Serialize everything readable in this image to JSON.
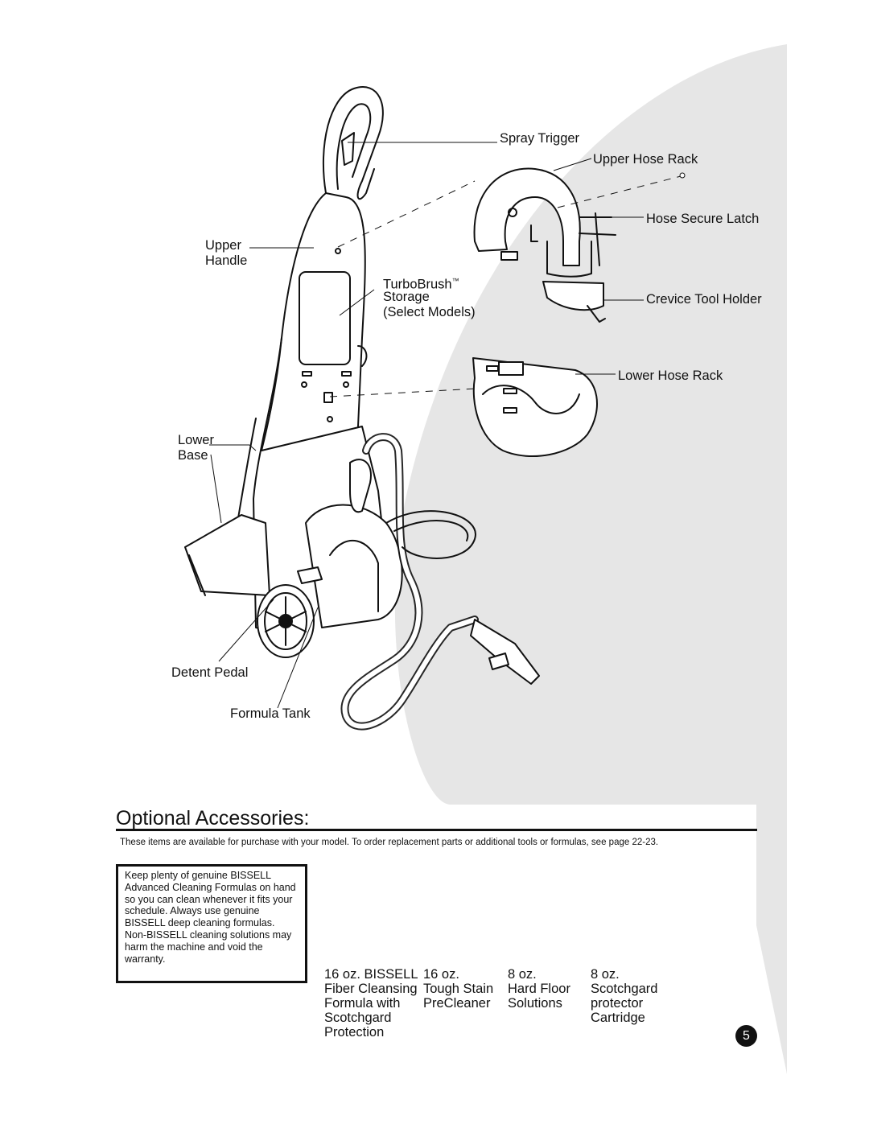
{
  "diagram": {
    "labels": {
      "spray_trigger": "Spray Trigger",
      "upper_hose_rack": "Upper Hose Rack",
      "hose_secure_latch": "Hose Secure Latch",
      "upper_handle_1": "Upper",
      "upper_handle_2": "Handle",
      "turbobrush_1": "TurboBrush",
      "turbobrush_tm": "™",
      "turbobrush_2": "Storage",
      "turbobrush_3": "(Select Models)",
      "crevice_tool_holder": "Crevice Tool Holder",
      "lower_hose_rack": "Lower Hose Rack",
      "lower_base_1": "Lower",
      "lower_base_2": "Base",
      "detent_pedal": "Detent Pedal",
      "formula_tank": "Formula Tank"
    }
  },
  "accessories": {
    "title": "Optional Accessories:",
    "note": "These items are available for purchase with your model. To order replacement parts or additional tools or formulas, see page 22-23.",
    "tip": "Keep plenty of genuine BISSELL Advanced Cleaning Formulas on hand so you can clean whenever it fits your schedule. Always use genuine BISSELL deep cleaning formulas. Non-BISSELL cleaning solutions may harm the machine and void the warranty.",
    "products": [
      {
        "lines": [
          "16 oz. BISSELL",
          "Fiber Cleansing",
          "Formula with",
          "Scotchgard",
          "Protection"
        ]
      },
      {
        "lines": [
          "16 oz.",
          "Tough Stain",
          "PreCleaner"
        ]
      },
      {
        "lines": [
          "8 oz.",
          "Hard Floor",
          "Solutions"
        ]
      },
      {
        "lines": [
          "8 oz.",
          "Scotchgard",
          "protector",
          "Cartridge"
        ]
      }
    ]
  },
  "page_number": "5"
}
